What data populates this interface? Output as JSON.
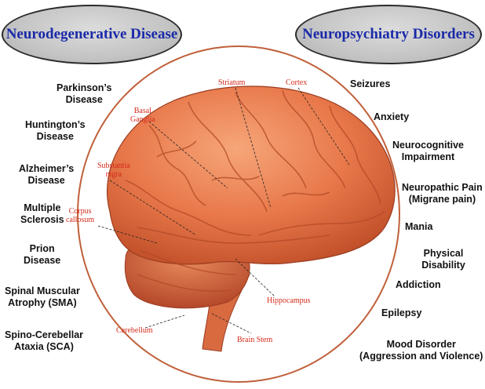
{
  "categories": {
    "left": "Neurodegenerative Disease",
    "right": "Neuropsychiatry Disorders"
  },
  "neurodegenerative": [
    "Parkinson’s\nDisease",
    "Huntington’s\nDisease",
    "Alzheimer’s\nDisease",
    "Multiple\nSclerosis",
    "Prion\nDisease",
    "Spinal Muscular\nAtrophy (SMA)",
    "Spino-Cerebellar\nAtaxia (SCA)"
  ],
  "neuropsychiatry": [
    "Seizures",
    "Anxiety",
    "Neurocognitive\nImpairment",
    "Neuropathic Pain\n(Migrane pain)",
    "Mania",
    "Physical Disability",
    "Addiction",
    "Epilepsy",
    "Mood Disorder\n(Aggression and Violence)"
  ],
  "brain_parts": {
    "striatum": "Striatum",
    "cortex": "Cortex",
    "basal_ganglia": "Basal\nGanglia",
    "substantia_nigra": "Substantia\nnigra",
    "corpus_callosum": "Corpus\ncallosum",
    "hippocampus": "Hippocampus",
    "cerebellum": "Cerebellum",
    "brain_stem": "Brain Stem"
  },
  "colors": {
    "category_text": "#1a2aa8",
    "part_label": "#d42a1a",
    "circle": "#c0603a",
    "brain": "#e8784a"
  }
}
